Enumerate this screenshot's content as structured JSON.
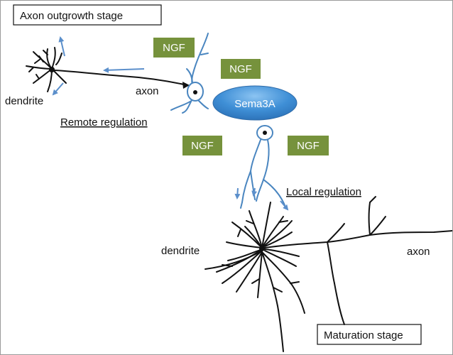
{
  "stage_labels": {
    "axon_outgrowth": "Axon outgrowth stage",
    "maturation": "Maturation stage"
  },
  "ngf_boxes": [
    "NGF",
    "NGF",
    "NGF",
    "NGF"
  ],
  "sema3a": "Sema3A",
  "labels": {
    "remote_regulation": "Remote regulation",
    "local_regulation": "Local regulation",
    "dendrite_top": "dendrite",
    "axon_top": "axon",
    "dendrite_bottom": "dendrite",
    "axon_bottom": "axon"
  },
  "colors": {
    "ngf_fill": "#76923c",
    "sema_fill": "#3f8fd6",
    "blue_neuron": "#4a86c0",
    "arrow_blue": "#5b8fcb",
    "black_neuron": "#111111"
  }
}
